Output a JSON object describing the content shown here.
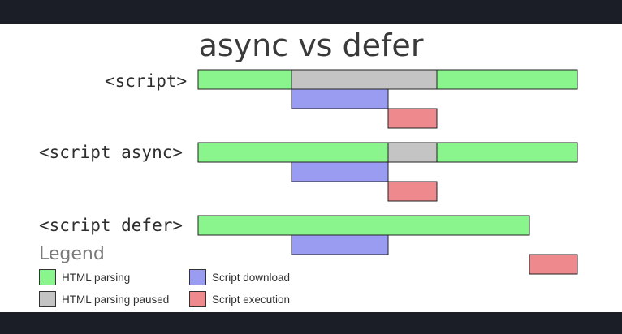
{
  "title": "async vs defer",
  "colors": {
    "html_parsing": "#89f58c",
    "html_parsing_paused": "#c4c4c4",
    "script_download": "#9a9cf2",
    "script_execution": "#ee8a8e",
    "outline": "#222222"
  },
  "rows": [
    {
      "label": "<script>",
      "segments": [
        {
          "kind": "html_parsing",
          "lane": 0,
          "start": 0,
          "end": 115
        },
        {
          "kind": "html_parsing_paused",
          "lane": 0,
          "start": 115,
          "end": 294
        },
        {
          "kind": "html_parsing",
          "lane": 0,
          "start": 294,
          "end": 467
        },
        {
          "kind": "script_download",
          "lane": 1,
          "start": 115,
          "end": 234
        },
        {
          "kind": "script_execution",
          "lane": 2,
          "start": 234,
          "end": 294
        }
      ]
    },
    {
      "label": "<script async>",
      "segments": [
        {
          "kind": "html_parsing",
          "lane": 0,
          "start": 0,
          "end": 234
        },
        {
          "kind": "html_parsing_paused",
          "lane": 0,
          "start": 234,
          "end": 294
        },
        {
          "kind": "html_parsing",
          "lane": 0,
          "start": 294,
          "end": 467
        },
        {
          "kind": "script_download",
          "lane": 1,
          "start": 115,
          "end": 234
        },
        {
          "kind": "script_execution",
          "lane": 2,
          "start": 234,
          "end": 294
        }
      ]
    },
    {
      "label": "<script defer>",
      "segments": [
        {
          "kind": "html_parsing",
          "lane": 0,
          "start": 0,
          "end": 408
        },
        {
          "kind": "script_download",
          "lane": 1,
          "start": 115,
          "end": 234
        },
        {
          "kind": "script_execution",
          "lane": 2,
          "start": 408,
          "end": 467
        }
      ]
    }
  ],
  "legend": {
    "title": "Legend",
    "items": [
      {
        "kind": "html_parsing",
        "label": "HTML parsing"
      },
      {
        "kind": "script_download",
        "label": "Script download"
      },
      {
        "kind": "html_parsing_paused",
        "label": "HTML parsing paused"
      },
      {
        "kind": "script_execution",
        "label": "Script execution"
      }
    ]
  }
}
